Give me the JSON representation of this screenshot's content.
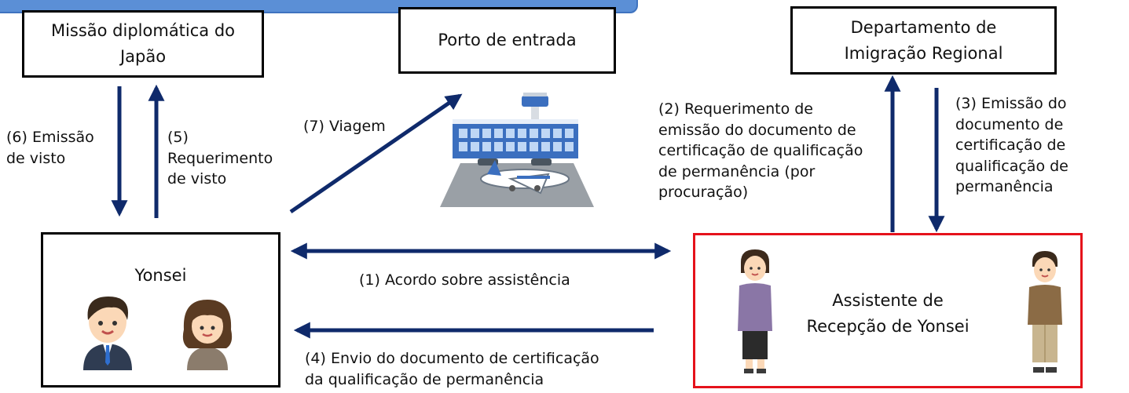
{
  "nodes": {
    "missao": [
      "Missão diplomática do",
      "Japão"
    ],
    "porto": "Porto de entrada",
    "departamento": [
      "Departamento de",
      "Imigração Regional"
    ],
    "yonsei": "Yonsei",
    "assistente": [
      "Assistente de",
      "Recepção de Yonsei"
    ]
  },
  "labels": {
    "l1": "(1) Acordo sobre  assistência",
    "l2": [
      "(2) Requerimento de",
      "emissão do documento de",
      "certificação de qualificação",
      "de permanência (por",
      "procuração)"
    ],
    "l3": [
      "(3) Emissão do",
      "documento de",
      "certificação de",
      "qualificação de",
      "permanência"
    ],
    "l4": [
      "(4) Envio do documento de certificação",
      "da qualificação de permanência"
    ],
    "l5": [
      "(5)",
      "Requerimento",
      "de visto"
    ],
    "l6": [
      "(6) Emissão",
      "de visto"
    ],
    "l7": "(7) Viagem"
  },
  "colors": {
    "arrow": "#0f2a6b",
    "assistant_border": "#e5121b",
    "banner": "#5b8fd6"
  },
  "icons": {
    "airport": "airport-illustration",
    "yonsei_man": "young-man-illustration",
    "yonsei_woman": "young-woman-illustration",
    "assistant_woman": "older-woman-illustration",
    "assistant_man": "older-man-illustration"
  }
}
